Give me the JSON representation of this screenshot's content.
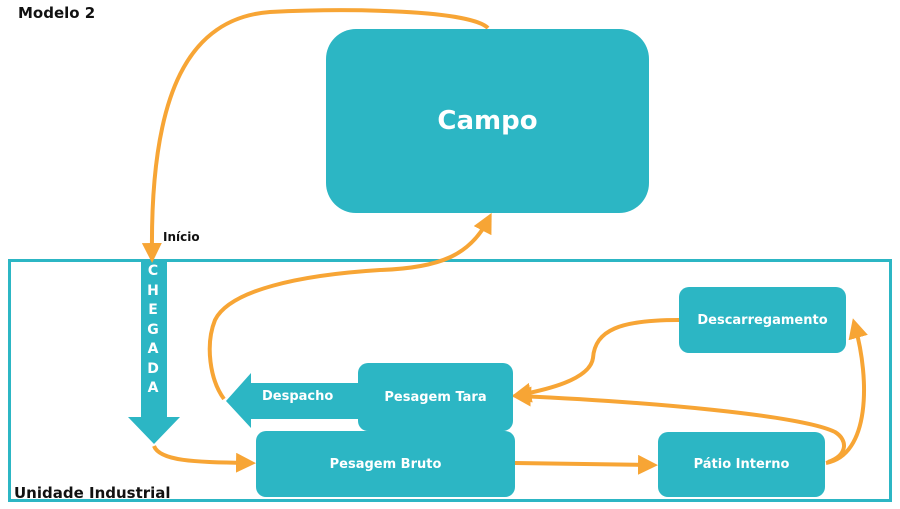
{
  "title": "Modelo 2",
  "start_label": "Início",
  "container_label": "Unidade Industrial",
  "nodes": {
    "campo": "Campo",
    "pesagem_tara": "Pesagem Tara",
    "pesagem_bruto": "Pesagem Bruto",
    "patio_interno": "Pátio Interno",
    "descarregamento": "Descarregamento"
  },
  "arrows": {
    "chegada": [
      "C",
      "H",
      "E",
      "G",
      "A",
      "D",
      "A"
    ],
    "despacho": "Despacho"
  },
  "colors": {
    "node": "#2cb6c4",
    "connector": "#f7a535",
    "frame": "#2cb6c4"
  },
  "edges": [
    {
      "from": "Campo",
      "to": "Chegada"
    },
    {
      "from": "Chegada",
      "to": "Pesagem Bruto"
    },
    {
      "from": "Pesagem Bruto",
      "to": "Pátio Interno"
    },
    {
      "from": "Pátio Interno",
      "to": "Descarregamento"
    },
    {
      "from": "Pátio Interno",
      "to": "Pesagem Tara"
    },
    {
      "from": "Descarregamento",
      "to": "Pesagem Tara"
    },
    {
      "from": "Pesagem Tara",
      "to": "Despacho"
    },
    {
      "from": "Despacho",
      "to": "Campo"
    }
  ]
}
